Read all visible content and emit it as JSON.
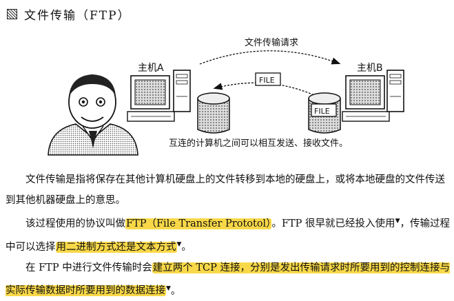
{
  "heading": {
    "title": "文件传输（FTP）"
  },
  "figure": {
    "request_label": "文件传输请求",
    "host_a_label": "主机A",
    "host_b_label": "主机B",
    "file_tag_top": "FILE",
    "file_tag_disk": "FILE",
    "caption": "互连的计算机之间可以相互发送、接收文件。"
  },
  "body": {
    "p1": "文件传输是指将保存在其他计算机硬盘上的文件转移到本地的硬盘上，或将本地硬盘的文件传送到其他机器硬盘上的意思。",
    "p2_a": "该过程使用的协议叫做",
    "p2_hl1": "FTP（File Transfer Prototol）",
    "p2_b": "。FTP 很早就已经投入使用",
    "p2_mark1": "▼",
    "p2_c": "，传输过程中可以选择",
    "p2_hl2": "用二进制方式还是文本方式",
    "p2_mark2": "▼",
    "p2_d": "。",
    "p3_a": "在 FTP 中进行文件传输时会",
    "p3_hl": "建立两个 TCP 连接，分别是发出传输请求时所要用到的控制连接与实际传输数据时所要用到的数据连接",
    "p3_mark": "▼",
    "p3_b": "。"
  }
}
